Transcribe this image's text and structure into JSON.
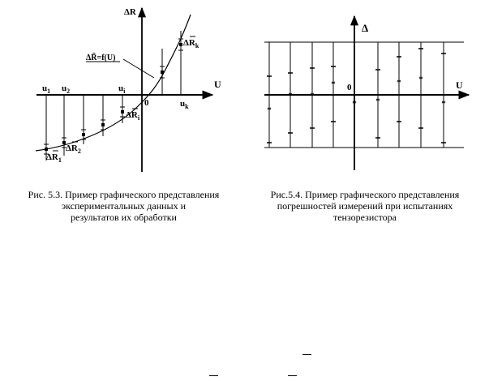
{
  "figure1": {
    "axis_y_label": "ΔR",
    "axis_x_label": "U",
    "origin_label": "0",
    "curve_label": "ΔR̃=f(U)",
    "tick_labels": [
      "u",
      "u",
      "u",
      "u"
    ],
    "tick_subscripts": [
      "1",
      "2",
      "i",
      "k"
    ],
    "point_labels": [
      {
        "main": "ΔR",
        "sub": "1"
      },
      {
        "main": "ΔR",
        "sub": "2"
      },
      {
        "main": "ΔR",
        "sub": "i"
      },
      {
        "main": "ΔR",
        "sub": "k"
      }
    ],
    "caption_lines": [
      "Рис. 5.3. Пример графического представления",
      "экспериментальных данных и",
      "результатов их обработки"
    ]
  },
  "figure2": {
    "axis_y_label": "Δ",
    "axis_x_label": "U",
    "origin_label": "0",
    "caption_lines": [
      "Рис.5.4. Пример графического представления",
      "погрешностей измерений при испытаниях",
      "тензорезистора"
    ]
  }
}
